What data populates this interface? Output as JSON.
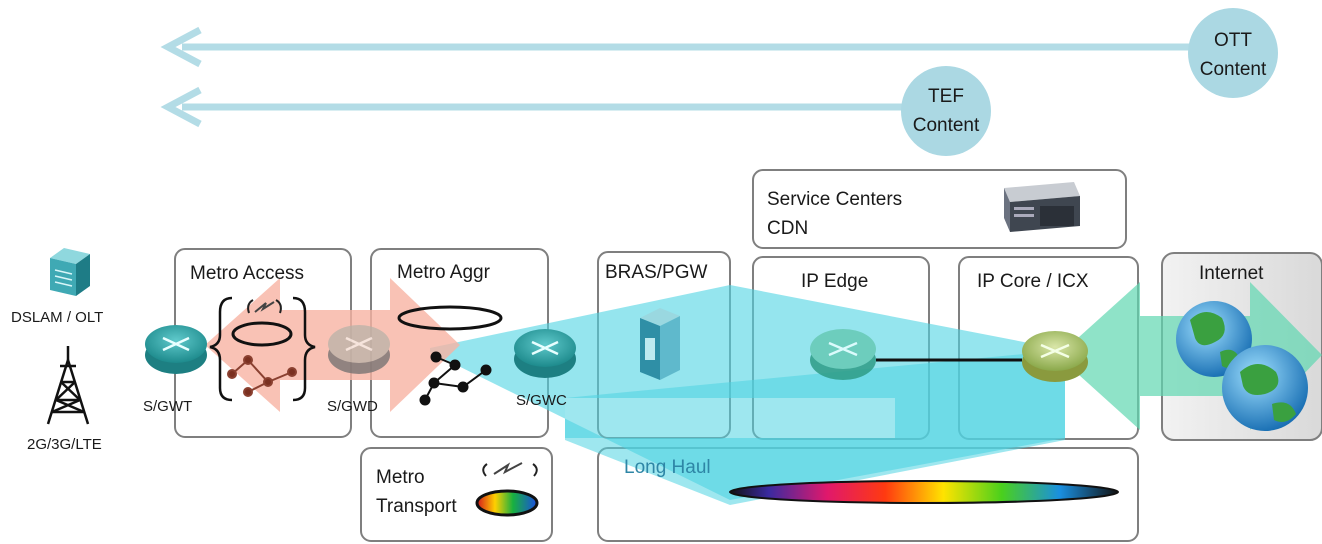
{
  "top_flows": {
    "ott": {
      "line1": "OTT",
      "line2": "Content"
    },
    "tef": {
      "line1": "TEF",
      "line2": "Content"
    }
  },
  "access": {
    "dslam_label": "DSLAM / OLT",
    "mobile_label": "2G/3G/LTE"
  },
  "boxes": {
    "metro_access": "Metro Access",
    "metro_aggr": "Metro Aggr",
    "bras_pgw": "BRAS/PGW",
    "ip_edge": "IP Edge",
    "ip_core": "IP Core / ICX",
    "internet": "Internet",
    "service_centers_line1": "Service Centers",
    "service_centers_line2": "CDN",
    "metro_transport_line1": "Metro",
    "metro_transport_line2": "Transport",
    "long_haul": "Long Haul"
  },
  "gateways": {
    "sgwt": "S/GWT",
    "sgwd": "S/GWD",
    "sgwc": "S/GWC"
  },
  "colors": {
    "flow_arrow": "#b3dce6",
    "content_circle": "#abd8e3",
    "cyan_flow": "#4fd3e2",
    "access_arrow": "#f8b3a3",
    "internet_arrow": "#5fd7b0",
    "box_border": "#7f7f7f",
    "router_teal": "#2fa6a8",
    "long_haul_text": "#2e86a6"
  },
  "icons": [
    "dslam-icon",
    "cell-tower-icon",
    "router-icon",
    "server-icon",
    "bras-icon",
    "globe-icon",
    "ring-icon",
    "lightning-icon",
    "spectrum-icon"
  ]
}
